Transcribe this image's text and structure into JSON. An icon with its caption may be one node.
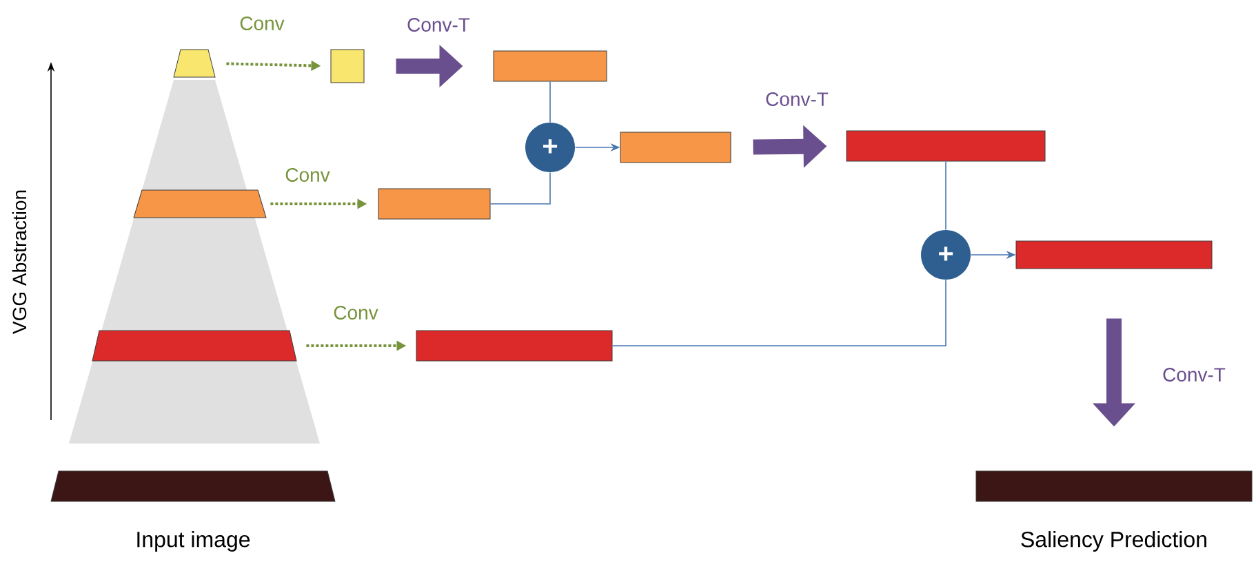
{
  "diagram": {
    "nodes": [
      {
        "text": [],
        "shape": "trapezoid"
      },
      {
        "text": [],
        "shape": "trapezoid"
      },
      {
        "text": [],
        "shape": "trapezoid"
      },
      {
        "text": [],
        "shape": "trapezoid",
        "beside": [
          "Input image"
        ]
      },
      {
        "text": [],
        "shape": "box"
      },
      {
        "text": [],
        "shape": "box"
      },
      {
        "text": [],
        "shape": "box"
      },
      {
        "text": [],
        "shape": "box"
      },
      {
        "text": [
          "+"
        ]
      },
      {
        "text": [],
        "shape": "box"
      },
      {
        "text": [],
        "shape": "box"
      },
      {
        "text": [
          "+"
        ]
      },
      {
        "text": [],
        "shape": "box"
      },
      {
        "text": [],
        "shape": "bar",
        "beside": [
          "Saliency Prediction"
        ]
      }
    ],
    "edges": [
      {
        "from": 0,
        "to": 4,
        "arrow": "to",
        "label": "Conv",
        "style": "dashed",
        "color": "#77933c"
      },
      {
        "from": 4,
        "to": 5,
        "arrow": "to",
        "label": "Conv-T",
        "style": "thick",
        "color": "#6a4f8e"
      },
      {
        "from": 1,
        "to": 6,
        "arrow": "to",
        "label": "Conv",
        "style": "dashed",
        "color": "#77933c"
      },
      {
        "from": 2,
        "to": 7,
        "arrow": "to",
        "label": "Conv",
        "style": "dashed",
        "color": "#77933c"
      },
      {
        "from": 5,
        "to": 8,
        "arrow": "none"
      },
      {
        "from": 6,
        "to": 8,
        "arrow": "none"
      },
      {
        "from": 8,
        "to": 9,
        "arrow": "to"
      },
      {
        "from": 9,
        "to": 10,
        "arrow": "to",
        "label": "Conv-T",
        "style": "thick",
        "color": "#6a4f8e"
      },
      {
        "from": 10,
        "to": 11,
        "arrow": "none"
      },
      {
        "from": 7,
        "to": 11,
        "arrow": "none"
      },
      {
        "from": 11,
        "to": 12,
        "arrow": "to"
      },
      {
        "from": 12,
        "to": 13,
        "arrow": "to",
        "label": "Conv-T",
        "style": "thick",
        "color": "#6a4f8e"
      }
    ],
    "labels": [
      "VGG Abstraction"
    ]
  }
}
